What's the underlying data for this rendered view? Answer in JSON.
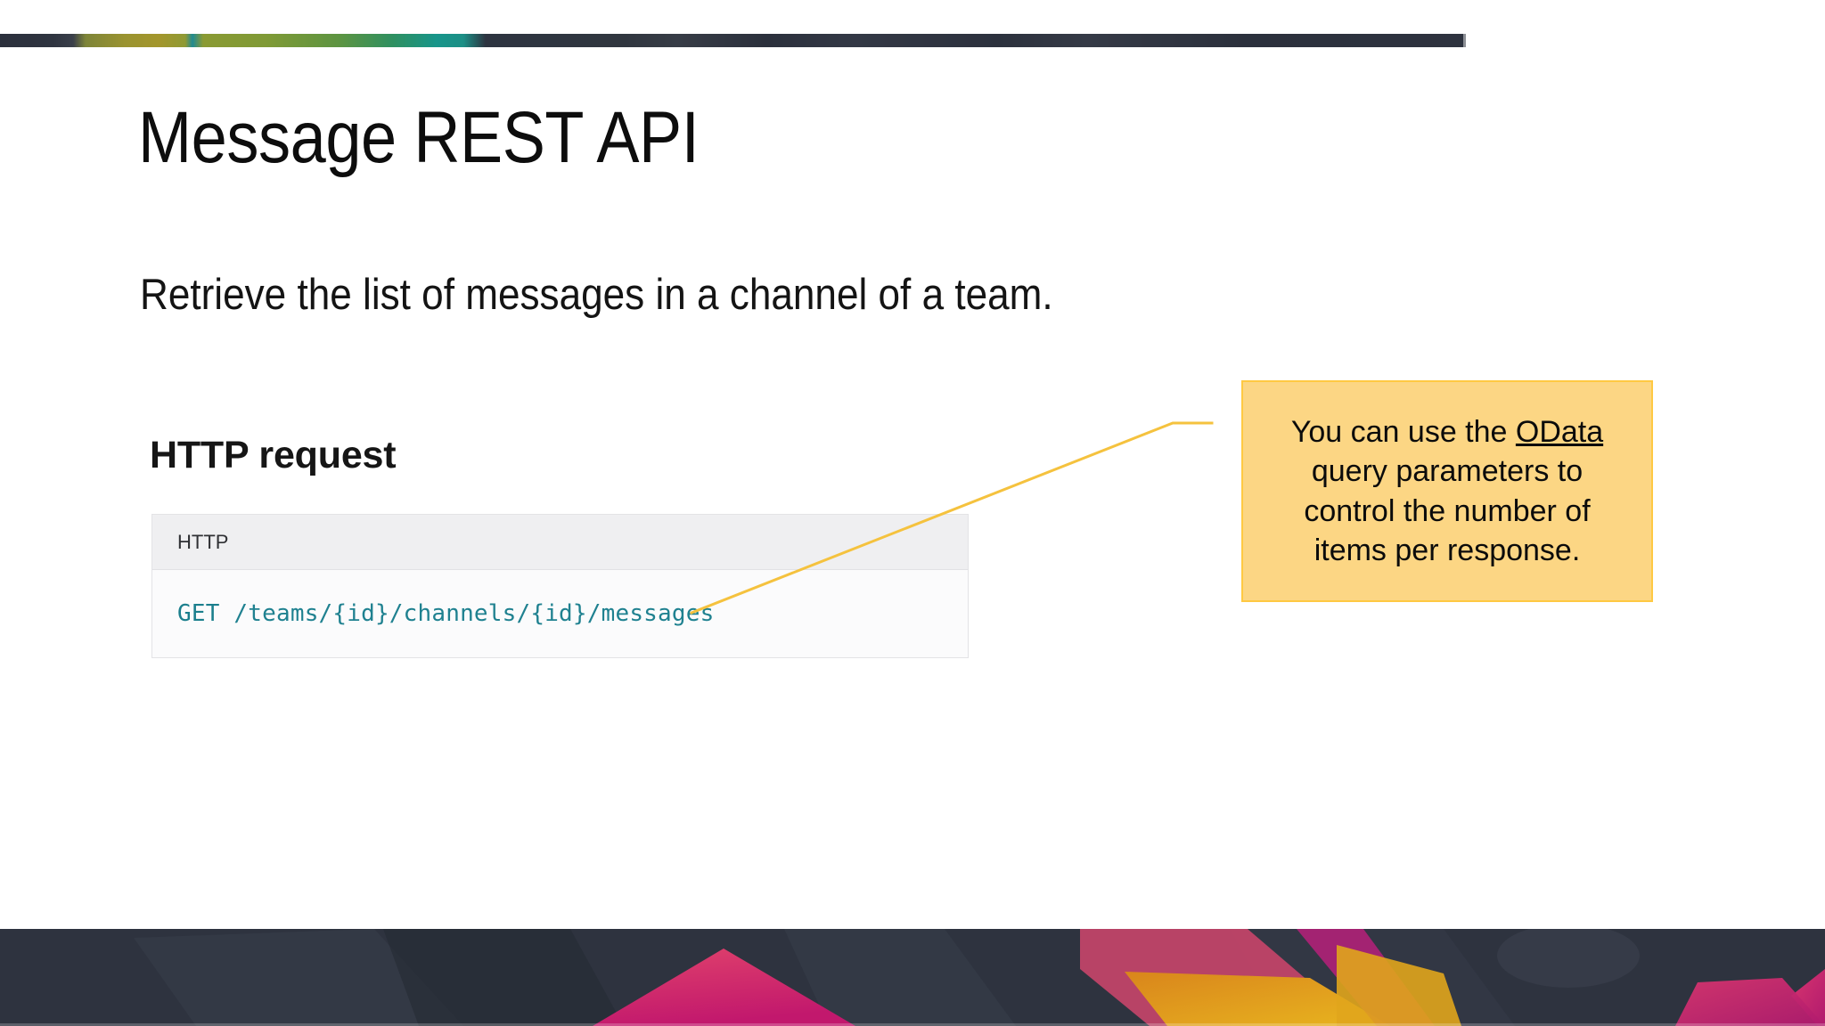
{
  "slide": {
    "title": "Message REST API",
    "subtitle": "Retrieve the list of messages in a channel of a team."
  },
  "http_request": {
    "heading": "HTTP request",
    "code_language_label": "HTTP",
    "method": "GET",
    "path": "/teams/{id}/channels/{id}/messages",
    "full_line": "GET /teams/{id}/channels/{id}/messages"
  },
  "callout": {
    "text_before_link": "You can use the ",
    "link_text": "OData",
    "text_after_link": " query parameters to control the number of items per response.",
    "full_text": "You can use the OData query parameters to control the number of items per response.",
    "fill_color": "#FCD684",
    "border_color": "#FFC943"
  },
  "connector": {
    "color": "#F5C23E"
  },
  "decoration": {
    "top_banner_base_color": "#2E333F",
    "bottom_banner_base_color": "#2E333F",
    "accent_magenta": "#C2286B",
    "accent_orange": "#D98A1E",
    "accent_teal": "#17958A",
    "accent_olive": "#9A9330"
  }
}
